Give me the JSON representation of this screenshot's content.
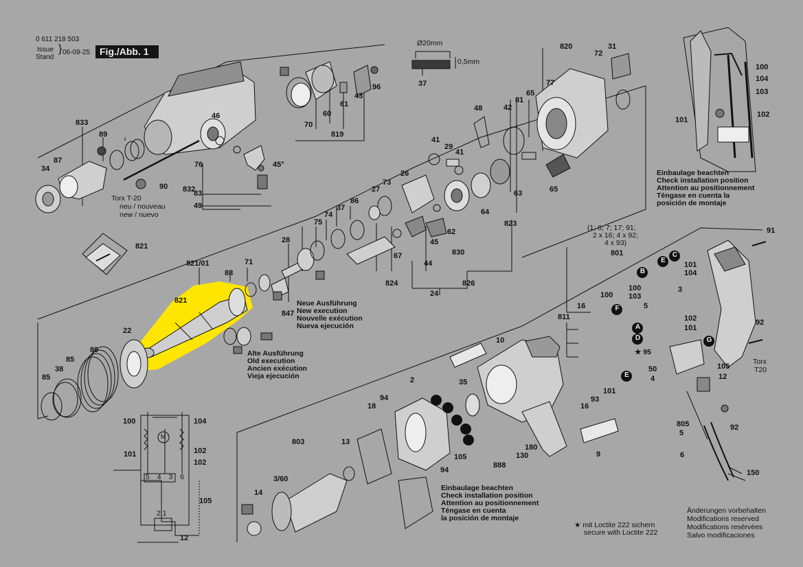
{
  "header": {
    "doc_number": "0 611 218 503",
    "issue_label_1": "Issue",
    "issue_label_2": "Stand",
    "issue_date": "06-09-25",
    "figure_label": "Fig./Abb. 1"
  },
  "notes": {
    "torx_1": "Torx T-20",
    "torx_2": "neu / nouveau",
    "torx_3": "new / nuevo",
    "new_exec": [
      "Neue Ausführung",
      "New execution",
      "Nouvelle exécution",
      "Nueva ejecución"
    ],
    "old_exec": [
      "Alte Ausführung",
      "Old execution",
      "Ancien exécution",
      "Vieja ejecución"
    ],
    "install_top": [
      "Einbaulage beachten",
      "Check installation position",
      "Attention au positionnement",
      "Téngase en cuenta la",
      "posición de montaje"
    ],
    "install_bottom": [
      "Einbaulage beachten",
      "Check installation position",
      "Attention au positionnement",
      "Téngase en cuenta",
      "la posición de montaje"
    ],
    "loctite_1": "★ mit Loctite 222 sichern",
    "loctite_2": "secure with Loctite 222",
    "changes": [
      "Änderungen vorbehalten",
      "Modifications reserved",
      "Modifications resérvées",
      "Salvo modificaciones"
    ],
    "kit_list": [
      "(1; 6; 7; 17; 91;",
      "2 x 16; 4 x 92;",
      "4 x 93)"
    ],
    "dim_20": "Ø20mm",
    "dim_05": "0,5mm",
    "torx_right_1": "Torx",
    "torx_right_2": "T20",
    "star_95": "★ 95"
  },
  "part_labels": [
    {
      "id": "p833",
      "text": "833"
    },
    {
      "id": "p89",
      "text": "89"
    },
    {
      "id": "p87",
      "text": "87"
    },
    {
      "id": "p34",
      "text": "34"
    },
    {
      "id": "p90",
      "text": "90"
    },
    {
      "id": "p46",
      "text": "46"
    },
    {
      "id": "p76",
      "text": "76"
    },
    {
      "id": "p832",
      "text": "832"
    },
    {
      "id": "p83",
      "text": "83"
    },
    {
      "id": "p49",
      "text": "49"
    },
    {
      "id": "p45deg",
      "text": "45°"
    },
    {
      "id": "p70",
      "text": "70"
    },
    {
      "id": "p60",
      "text": "60"
    },
    {
      "id": "p61",
      "text": "61"
    },
    {
      "id": "p43",
      "text": "43"
    },
    {
      "id": "p96",
      "text": "96"
    },
    {
      "id": "p819",
      "text": "819"
    },
    {
      "id": "p37",
      "text": "37"
    },
    {
      "id": "p820",
      "text": "820"
    },
    {
      "id": "p72",
      "text": "72"
    },
    {
      "id": "p31",
      "text": "31"
    },
    {
      "id": "p77",
      "text": "77"
    },
    {
      "id": "p65a",
      "text": "65"
    },
    {
      "id": "p81",
      "text": "81"
    },
    {
      "id": "p42",
      "text": "42"
    },
    {
      "id": "p48",
      "text": "48"
    },
    {
      "id": "p65b",
      "text": "65"
    },
    {
      "id": "p41a",
      "text": "41"
    },
    {
      "id": "p29",
      "text": "29"
    },
    {
      "id": "p41b",
      "text": "41"
    },
    {
      "id": "p26",
      "text": "26"
    },
    {
      "id": "p27",
      "text": "27"
    },
    {
      "id": "p73",
      "text": "73"
    },
    {
      "id": "p63",
      "text": "63"
    },
    {
      "id": "p64",
      "text": "64"
    },
    {
      "id": "p86",
      "text": "86"
    },
    {
      "id": "p37b",
      "text": "37"
    },
    {
      "id": "p74",
      "text": "74"
    },
    {
      "id": "p75",
      "text": "75"
    },
    {
      "id": "p28",
      "text": "28"
    },
    {
      "id": "p62",
      "text": "62"
    },
    {
      "id": "p45",
      "text": "45"
    },
    {
      "id": "p830",
      "text": "830"
    },
    {
      "id": "p823",
      "text": "823"
    },
    {
      "id": "p67",
      "text": "67"
    },
    {
      "id": "p44",
      "text": "44"
    },
    {
      "id": "p824",
      "text": "824"
    },
    {
      "id": "p24",
      "text": "24"
    },
    {
      "id": "p826",
      "text": "826"
    },
    {
      "id": "p821a",
      "text": "821"
    },
    {
      "id": "p821_01",
      "text": "821/01"
    },
    {
      "id": "p88",
      "text": "88"
    },
    {
      "id": "p71",
      "text": "71"
    },
    {
      "id": "p821b",
      "text": "821"
    },
    {
      "id": "p847",
      "text": "847"
    },
    {
      "id": "p22",
      "text": "22"
    },
    {
      "id": "p80",
      "text": "80"
    },
    {
      "id": "p85a",
      "text": "85"
    },
    {
      "id": "p38",
      "text": "38"
    },
    {
      "id": "p85b",
      "text": "85"
    },
    {
      "id": "p801",
      "text": "801"
    },
    {
      "id": "p91",
      "text": "91"
    },
    {
      "id": "p101a",
      "text": "101"
    },
    {
      "id": "p104a",
      "text": "104"
    },
    {
      "id": "p100a",
      "text": "100"
    },
    {
      "id": "p103a",
      "text": "103"
    },
    {
      "id": "p5a",
      "text": "5"
    },
    {
      "id": "p3a",
      "text": "3"
    },
    {
      "id": "p16a",
      "text": "16"
    },
    {
      "id": "p100b",
      "text": "100"
    },
    {
      "id": "p811",
      "text": "811"
    },
    {
      "id": "p102a",
      "text": "102"
    },
    {
      "id": "p101b",
      "text": "101"
    },
    {
      "id": "p92a",
      "text": "92"
    },
    {
      "id": "p10",
      "text": "10"
    },
    {
      "id": "p50",
      "text": "50"
    },
    {
      "id": "p4",
      "text": "4"
    },
    {
      "id": "p105a",
      "text": "105"
    },
    {
      "id": "p12a",
      "text": "12"
    },
    {
      "id": "p93",
      "text": "93"
    },
    {
      "id": "p101c",
      "text": "101"
    },
    {
      "id": "p16b",
      "text": "16"
    },
    {
      "id": "p2",
      "text": "2"
    },
    {
      "id": "p35",
      "text": "35"
    },
    {
      "id": "p94a",
      "text": "94"
    },
    {
      "id": "p18",
      "text": "18"
    },
    {
      "id": "p803",
      "text": "803"
    },
    {
      "id": "p13",
      "text": "13"
    },
    {
      "id": "p3_60",
      "text": "3/60"
    },
    {
      "id": "p14",
      "text": "14"
    },
    {
      "id": "p94b",
      "text": "94"
    },
    {
      "id": "p105b",
      "text": "105"
    },
    {
      "id": "p888",
      "text": "888"
    },
    {
      "id": "p130",
      "text": "130"
    },
    {
      "id": "p180",
      "text": "180"
    },
    {
      "id": "p9",
      "text": "9"
    },
    {
      "id": "p805",
      "text": "805"
    },
    {
      "id": "p5b",
      "text": "5"
    },
    {
      "id": "p6",
      "text": "6"
    },
    {
      "id": "p92b",
      "text": "92"
    },
    {
      "id": "p150",
      "text": "150"
    },
    {
      "id": "p100c",
      "text": "100"
    },
    {
      "id": "p104b",
      "text": "104"
    },
    {
      "id": "p103b",
      "text": "103"
    },
    {
      "id": "p101d",
      "text": "101"
    },
    {
      "id": "p102b",
      "text": "102"
    },
    {
      "id": "p100d",
      "text": "100"
    },
    {
      "id": "p104c",
      "text": "104"
    },
    {
      "id": "p101e",
      "text": "101"
    },
    {
      "id": "p102c",
      "text": "102"
    },
    {
      "id": "p102d",
      "text": "102"
    },
    {
      "id": "p105c",
      "text": "105"
    },
    {
      "id": "p12b",
      "text": "12"
    }
  ],
  "wire_markers": [
    {
      "id": "B",
      "text": "B"
    },
    {
      "id": "E",
      "text": "E"
    },
    {
      "id": "C",
      "text": "C"
    },
    {
      "id": "F",
      "text": "F"
    },
    {
      "id": "A",
      "text": "A"
    },
    {
      "id": "D",
      "text": "D"
    },
    {
      "id": "G",
      "text": "G"
    },
    {
      "id": "E2",
      "text": "E"
    }
  ],
  "schematic": {
    "terminals": [
      "5",
      "4",
      "3",
      "6"
    ],
    "bottom_terminals": "2 1",
    "motor": "M"
  },
  "colors": {
    "background": "#a7a7a7",
    "highlight": "#ffe600",
    "ink": "#111111"
  }
}
